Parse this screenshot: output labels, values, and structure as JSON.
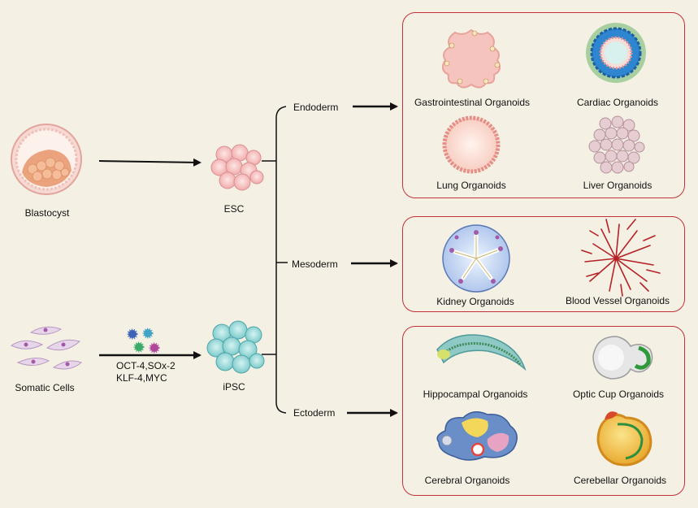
{
  "sources": {
    "blastocyst": "Blastocyst",
    "esc": "ESC",
    "somatic": "Somatic Cells",
    "ipsc": "iPSC",
    "factors_line1": "OCT-4,SOx-2",
    "factors_line2": "KLF-4,MYC"
  },
  "germ_layers": {
    "endoderm": "Endoderm",
    "mesoderm": "Mesoderm",
    "ectoderm": "Ectoderm"
  },
  "organoids": {
    "endoderm": [
      "Gastrointestinal Organoids",
      "Cardiac Organoids",
      "Lung Organoids",
      "Liver Organoids"
    ],
    "mesoderm": [
      "Kidney Organoids",
      "Blood Vessel Organoids"
    ],
    "ectoderm": [
      "Hippocampal Organoids",
      "Optic Cup Organoids",
      "Cerebral Organoids",
      "Cerebellar Organoids"
    ]
  },
  "colors": {
    "background": "#f4f1e4",
    "box_border": "#c2303a",
    "arrow": "#111111"
  }
}
